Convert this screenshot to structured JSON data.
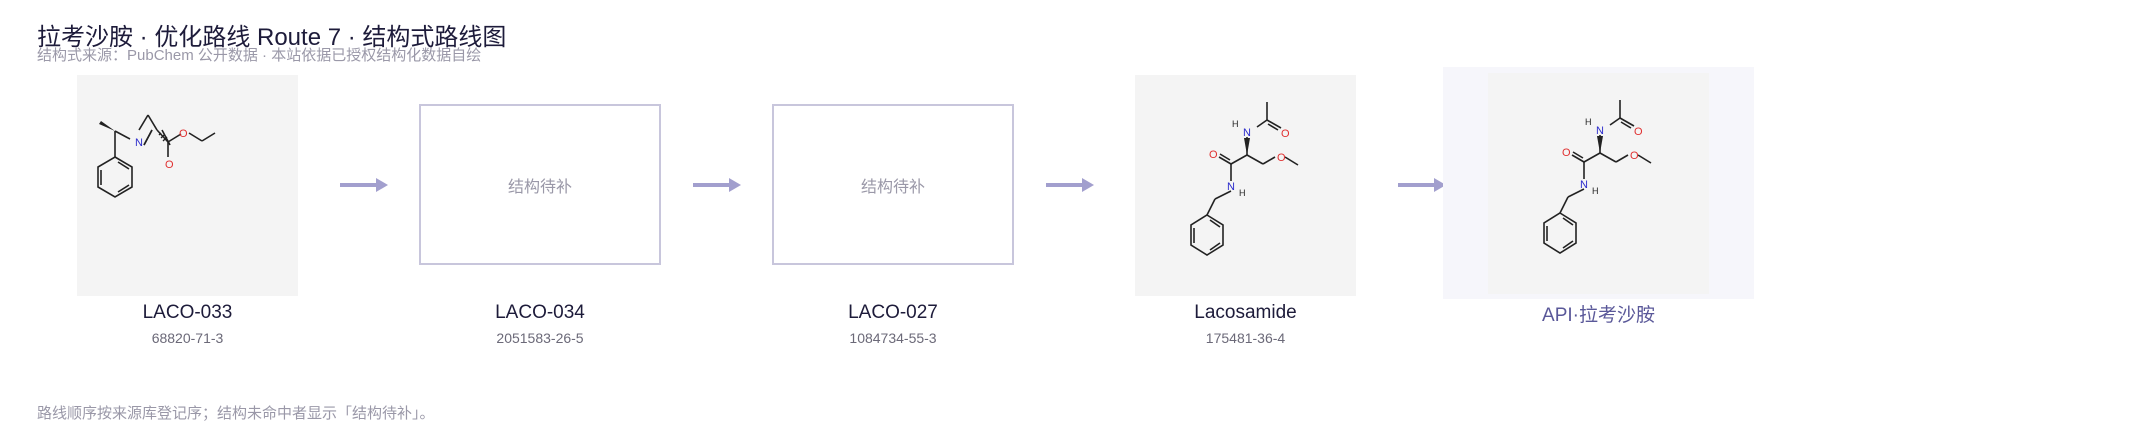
{
  "title": "拉考沙胺 · 优化路线 Route 7 · 结构式路线图",
  "subtitle": "结构式来源：PubChem 公开数据 · 本站依据已授权结构化数据自绘",
  "footnote": "路线顺序按来源库登记序；结构未命中者显示「结构待补」。",
  "steps": [
    {
      "code": "LACO-033",
      "cas": "68820-71-3",
      "structure": "aziridine-ester"
    },
    {
      "code": "LACO-034",
      "cas": "2051583-26-5",
      "placeholder": "结构待补"
    },
    {
      "code": "LACO-027",
      "cas": "1084734-55-3",
      "placeholder": "结构待补"
    },
    {
      "code": "Lacosamide",
      "cas": "175481-36-4",
      "structure": "lacosamide"
    },
    {
      "code": "API·拉考沙胺",
      "structure": "lacosamide"
    }
  ],
  "atoms": {
    "N": "N",
    "O": "O",
    "H": "H"
  },
  "colors": {
    "arrow": "#a29fce",
    "nitrogen": "#2b2bcc",
    "oxygen": "#e03030",
    "bond": "#222222",
    "api_label": "#5a5899"
  }
}
